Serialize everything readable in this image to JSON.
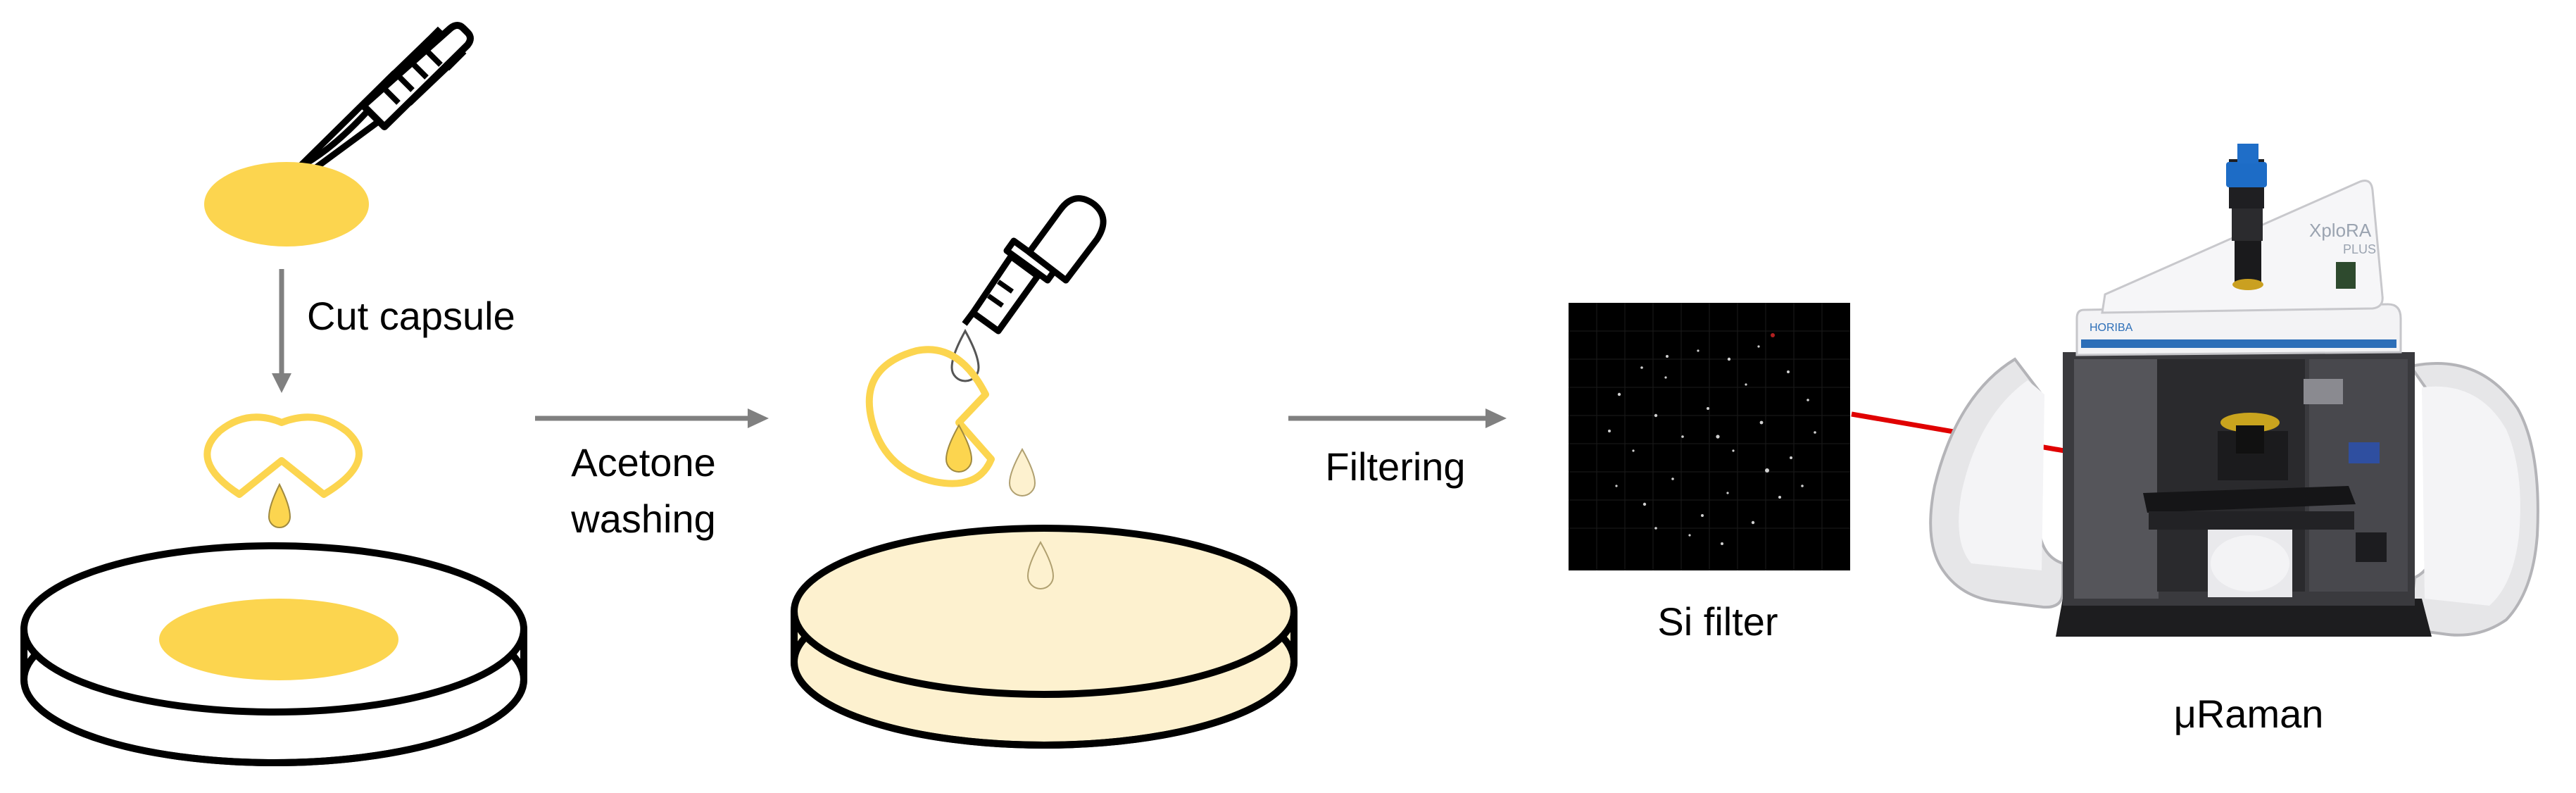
{
  "steps": {
    "cut_label": "Cut capsule",
    "acetone_label_line1": "Acetone",
    "acetone_label_line2": "washing",
    "filtering_label": "Filtering",
    "si_filter_label": "Si filter",
    "uraman_label": "μRaman"
  },
  "instrument": {
    "brand_text": "XploRA",
    "model_text": "PLUS",
    "maker_text": "HORIBA"
  },
  "colors": {
    "capsule_yellow": "#fcd54f",
    "pale_yellow": "#fdf1cf",
    "arrow_gray": "#808080",
    "laser_red": "#e00000"
  }
}
